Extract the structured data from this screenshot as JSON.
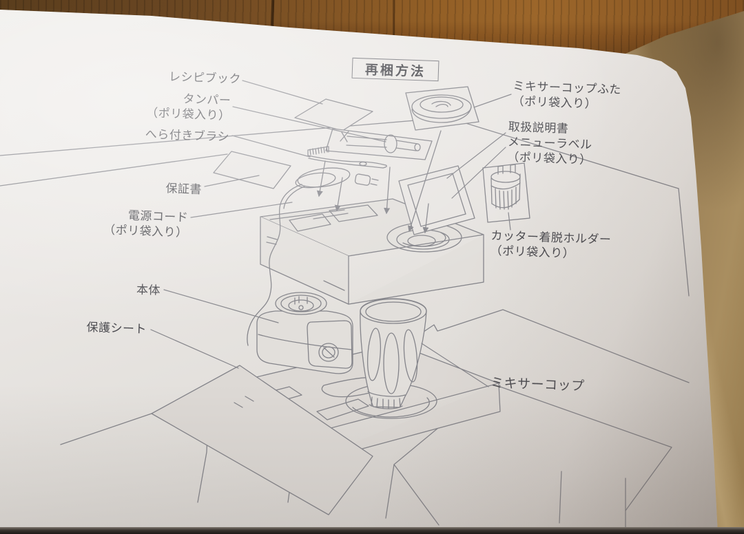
{
  "page": {
    "title": "再梱方法",
    "callouts": [
      {
        "id": "recipe-book",
        "text": "レシピブック"
      },
      {
        "id": "tamper",
        "text": "タンパー\n（ポリ袋入り）"
      },
      {
        "id": "spatula-brush",
        "text": "へら付きブラシ"
      },
      {
        "id": "warranty-card",
        "text": "保証書"
      },
      {
        "id": "power-cord",
        "text": "電源コード\n（ポリ袋入り）"
      },
      {
        "id": "main-unit",
        "text": "本体"
      },
      {
        "id": "protective-sheet",
        "text": "保護シート"
      },
      {
        "id": "mixer-cup-lid",
        "text": "ミキサーコップふた\n（ポリ袋入り）"
      },
      {
        "id": "manual-menu-label",
        "text": "取扱説明書\nメニューラベル\n（ポリ袋入り）"
      },
      {
        "id": "cutter-holder",
        "text": "カッター着脱ホルダー\n（ポリ袋入り）"
      },
      {
        "id": "mixer-cup",
        "text": "ミキサーコップ"
      }
    ],
    "colors": {
      "paper": "#e9e6e2",
      "diagram_line": "#84848a",
      "text": "#4b4b50",
      "wood": "#84521f",
      "cardboard": "#a0855a"
    }
  }
}
